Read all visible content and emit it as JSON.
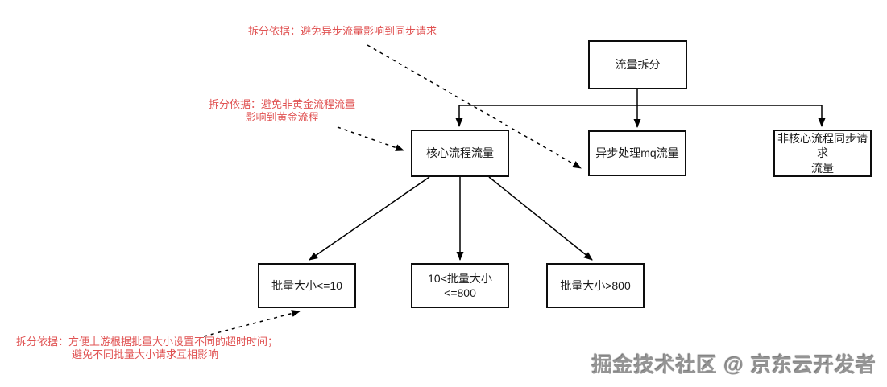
{
  "diagram": {
    "nodes": [
      {
        "id": "traffic-split",
        "label": "流量拆分"
      },
      {
        "id": "core-flow",
        "label": "核心流程流量"
      },
      {
        "id": "async-mq",
        "label": "异步处理mq流量"
      },
      {
        "id": "non-core-sync",
        "line1": "非核心流程同步请求",
        "line2": "流量"
      },
      {
        "id": "batch-small",
        "label": "批量大小<=10"
      },
      {
        "id": "batch-mid",
        "label": "10<批量大小<=800"
      },
      {
        "id": "batch-large",
        "label": "批量大小>800"
      }
    ],
    "annotations": [
      {
        "line1": "拆分依据：避免异步流量影响到同步请求"
      },
      {
        "line1": "拆分依据：避免非黄金流程流量",
        "line2": "影响到黄金流程"
      },
      {
        "line1": "拆分依据：方便上游根据批量大小设置不同的超时时间；",
        "line2": "避免不同批量大小请求互相影响"
      }
    ],
    "colors": {
      "annotation_red": "#e05252",
      "box_border": "#0d0d0d",
      "line_black": "#000000",
      "watermark_gray": "#949494"
    }
  },
  "watermark": {
    "text": "掘金技术社区 @ 京东云开发者"
  }
}
